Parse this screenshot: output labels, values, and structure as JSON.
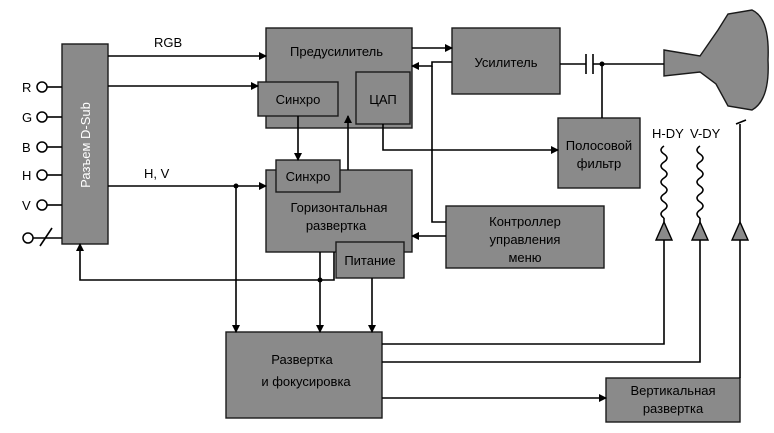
{
  "connector": {
    "label": "Разъем D-Sub",
    "pins": [
      "R",
      "G",
      "B",
      "H",
      "V"
    ]
  },
  "signals": {
    "rgb": "RGB",
    "hv": "H, V"
  },
  "blocks": {
    "preamp": "Предусилитель",
    "sync_top": "Синхро",
    "dac": "ЦАП",
    "amp": "Усилитель",
    "bandpass_1": "Полосовой",
    "bandpass_2": "фильтр",
    "sync_mid": "Синхро",
    "hscan_1": "Горизонтальная",
    "hscan_2": "развертка",
    "power": "Питание",
    "osd_1": "Контроллер",
    "osd_2": "управления",
    "osd_3": "меню",
    "scanfocus_1": "Развертка",
    "scanfocus_2": "и фокусировка",
    "vscan_1": "Вертикальная",
    "vscan_2": "развертка"
  },
  "coils": {
    "hdy": "H-DY",
    "vdy": "V-DY"
  }
}
